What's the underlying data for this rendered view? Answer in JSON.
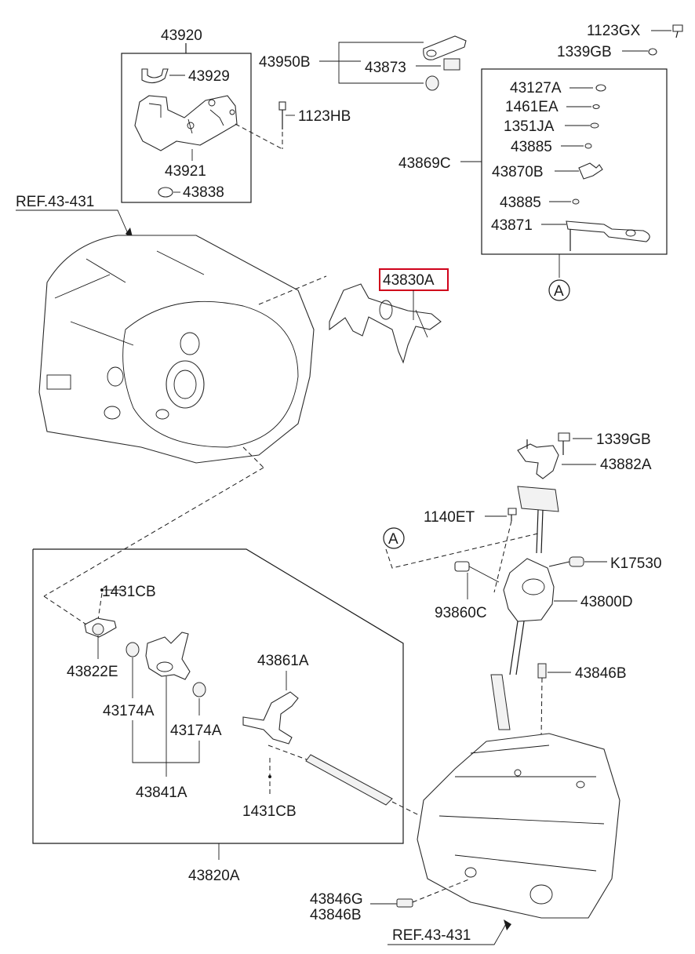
{
  "labels": {
    "p43920": "43920",
    "p43929": "43929",
    "p43921": "43921",
    "p43838": "43838",
    "p1123HB": "1123HB",
    "p43950B": "43950B",
    "p43873": "43873",
    "p1123GX": "1123GX",
    "p1339GB_top": "1339GB",
    "p43127A": "43127A",
    "p1461EA": "1461EA",
    "p1351JA": "1351JA",
    "p43885_a": "43885",
    "p43869C": "43869C",
    "p43870B": "43870B",
    "p43885_b": "43885",
    "p43871": "43871",
    "callout_A_top": "A",
    "ref_top": "REF.43-431",
    "p43830A": "43830A",
    "p1339GB_mid": "1339GB",
    "p43882A": "43882A",
    "p1140ET": "1140ET",
    "callout_A_mid": "A",
    "pK17530": "K17530",
    "p93860C": "93860C",
    "p43800D": "43800D",
    "p43846B_mid": "43846B",
    "p1431CB_a": "1431CB",
    "p43822E": "43822E",
    "p43861A": "43861A",
    "p43174A_a": "43174A",
    "p43174A_b": "43174A",
    "p43841A": "43841A",
    "p1431CB_b": "1431CB",
    "p43820A": "43820A",
    "p43846G": "43846G",
    "p43846B_bot": "43846B",
    "ref_bottom": "REF.43-431"
  },
  "highlight": {
    "part": "43830A",
    "color": "#d0021b"
  }
}
